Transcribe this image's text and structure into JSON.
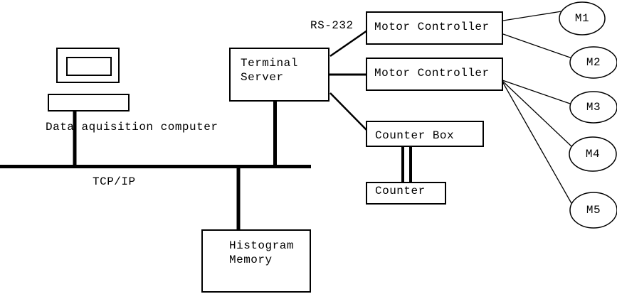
{
  "colors": {
    "ink": "#000000",
    "paper": "#ffffff"
  },
  "computer": {
    "caption": "Data aquisition computer"
  },
  "network": {
    "bus_label": "TCP/IP",
    "serial_label": "RS-232"
  },
  "nodes": {
    "terminal_server": {
      "line1": "Terminal",
      "line2": "Server"
    },
    "motor_controller_1": {
      "label": "Motor Controller"
    },
    "motor_controller_2": {
      "label": "Motor Controller"
    },
    "counter_box": {
      "label": "Counter Box"
    },
    "counter": {
      "label": "Counter"
    },
    "histogram_memory": {
      "line1": "Histogram",
      "line2": "Memory"
    }
  },
  "motors": [
    {
      "label": "M1"
    },
    {
      "label": "M2"
    },
    {
      "label": "M3"
    },
    {
      "label": "M4"
    },
    {
      "label": "M5"
    }
  ]
}
